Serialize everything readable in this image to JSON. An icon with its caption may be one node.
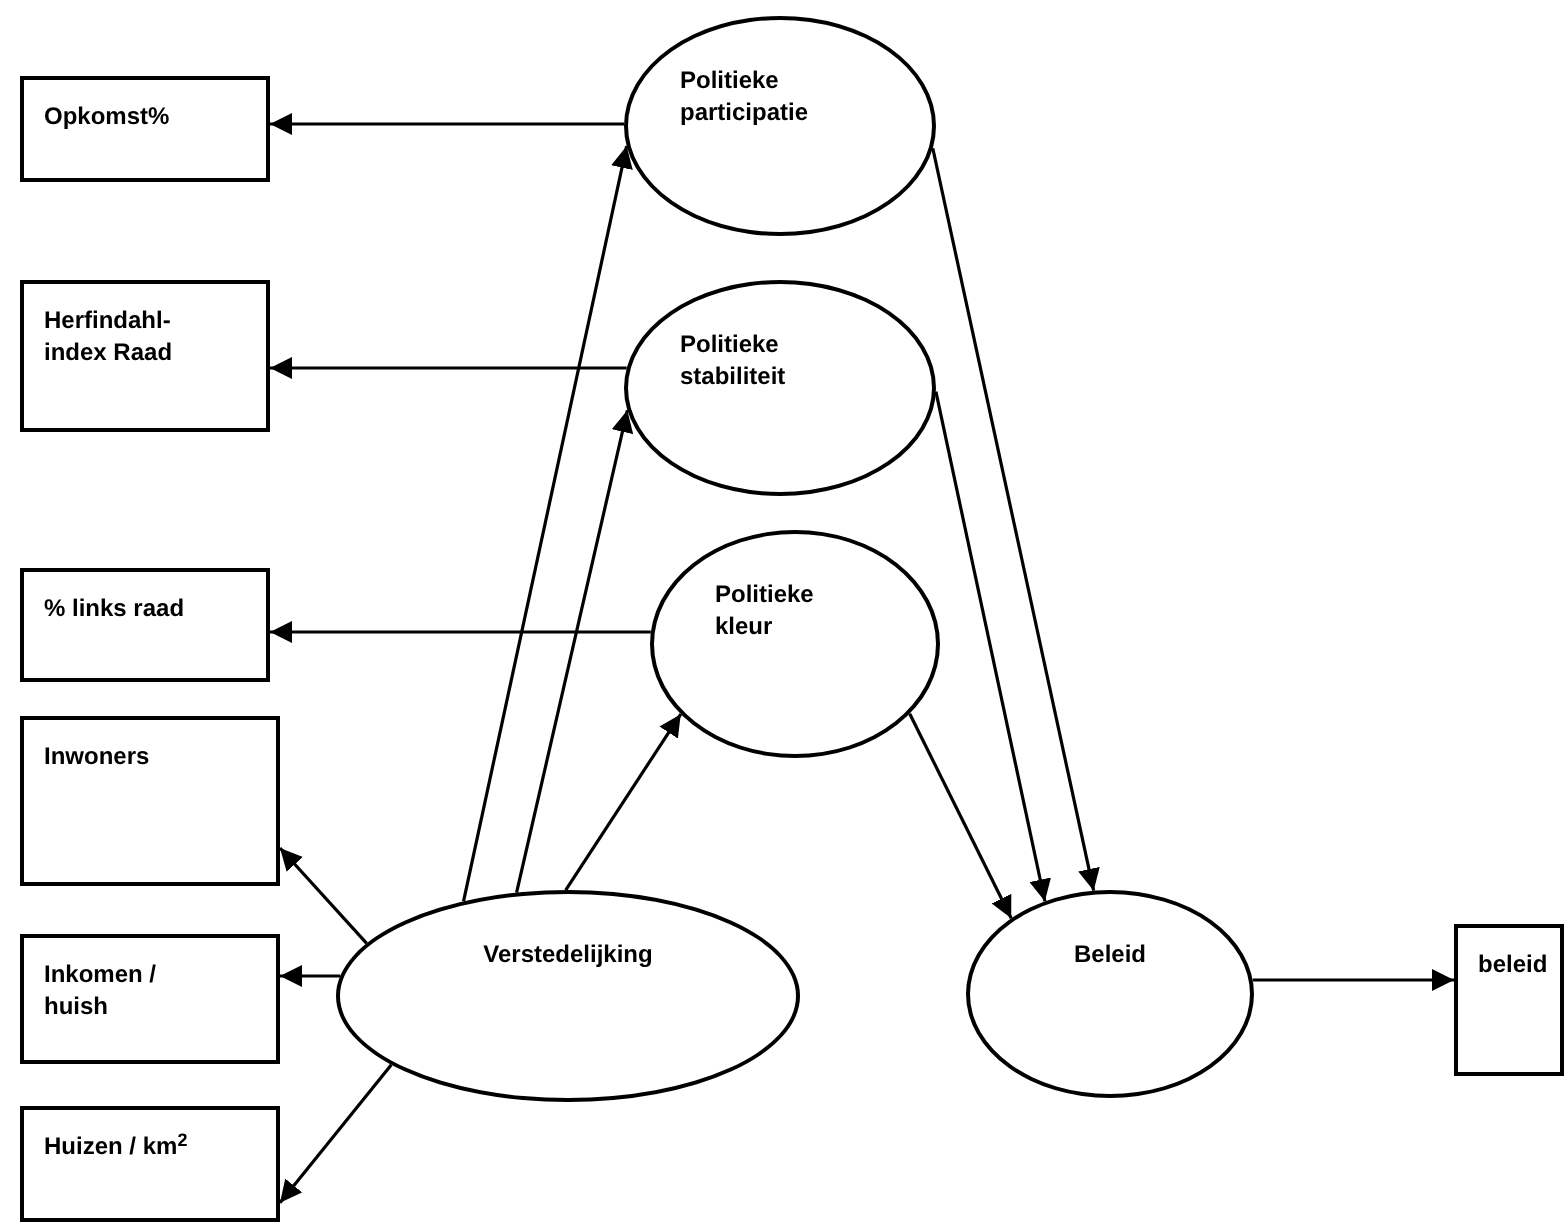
{
  "diagram": {
    "nodes": [
      {
        "text": [
          "Opkomst%"
        ]
      },
      {
        "text": [
          "Herfindahl-index Raad"
        ]
      },
      {
        "text": [
          "% links raad"
        ]
      },
      {
        "text": [
          "Inwoners"
        ]
      },
      {
        "text": [
          "Inkomen / huish"
        ]
      },
      {
        "text": [
          "Huizen / km$^{2}$"
        ]
      },
      {
        "text": [
          "Politieke participatie"
        ]
      },
      {
        "text": [
          "Politieke stabiliteit"
        ]
      },
      {
        "text": [
          "Politieke kleur"
        ]
      },
      {
        "text": [
          "Verstedelijking"
        ]
      },
      {
        "text": [
          "Beleid"
        ]
      },
      {
        "text": [
          "beleid"
        ]
      }
    ],
    "edges": [
      {
        "from": 6,
        "to": 0,
        "arrow": "to"
      },
      {
        "from": 7,
        "to": 1,
        "arrow": "to"
      },
      {
        "from": 8,
        "to": 2,
        "arrow": "to"
      },
      {
        "from": 9,
        "to": 6,
        "arrow": "to"
      },
      {
        "from": 9,
        "to": 7,
        "arrow": "to"
      },
      {
        "from": 9,
        "to": 8,
        "arrow": "to"
      },
      {
        "from": 9,
        "to": 3,
        "arrow": "to"
      },
      {
        "from": 9,
        "to": 4,
        "arrow": "to"
      },
      {
        "from": 9,
        "to": 5,
        "arrow": "to"
      },
      {
        "from": 6,
        "to": 10,
        "arrow": "to"
      },
      {
        "from": 7,
        "to": 10,
        "arrow": "to"
      },
      {
        "from": 8,
        "to": 10,
        "arrow": "to"
      },
      {
        "from": 10,
        "to": 11,
        "arrow": "to"
      }
    ]
  }
}
